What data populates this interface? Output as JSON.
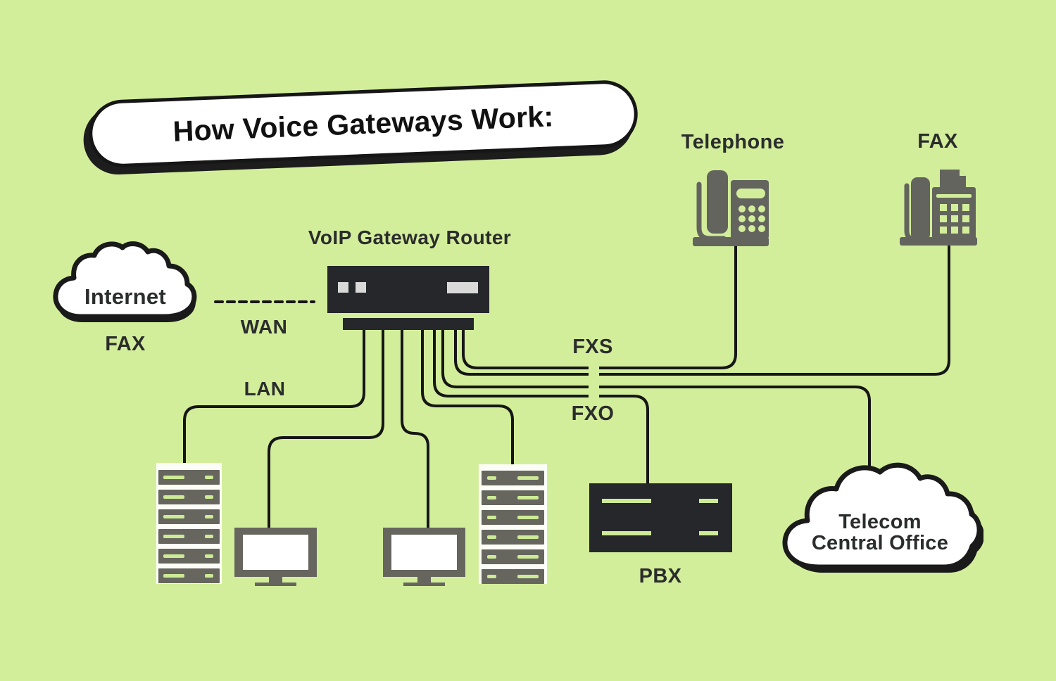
{
  "title": "How Voice Gateways Work:",
  "colors": {
    "background": "#d3ee9b",
    "line_ink": "#161616",
    "label_text": "#2b2c2c",
    "device_dark": "#26272b",
    "device_gray": "#63645e",
    "port_light_gray": "#d9d9d9",
    "accent_light_green": "#cdeb96",
    "card_white": "#ffffff"
  },
  "nodes": {
    "internet": {
      "label": "Internet",
      "caption": "FAX"
    },
    "router": {
      "label": "VoIP Gateway Router"
    },
    "telephone": {
      "label": "Telephone"
    },
    "fax": {
      "label": "FAX"
    },
    "pbx": {
      "label": "PBX"
    },
    "central_office": {
      "line1": "Telecom",
      "line2": "Central Office"
    }
  },
  "connections": {
    "wan": {
      "label": "WAN"
    },
    "lan": {
      "label": "LAN"
    },
    "fxs": {
      "label": "FXS"
    },
    "fxo": {
      "label": "FXO"
    }
  }
}
